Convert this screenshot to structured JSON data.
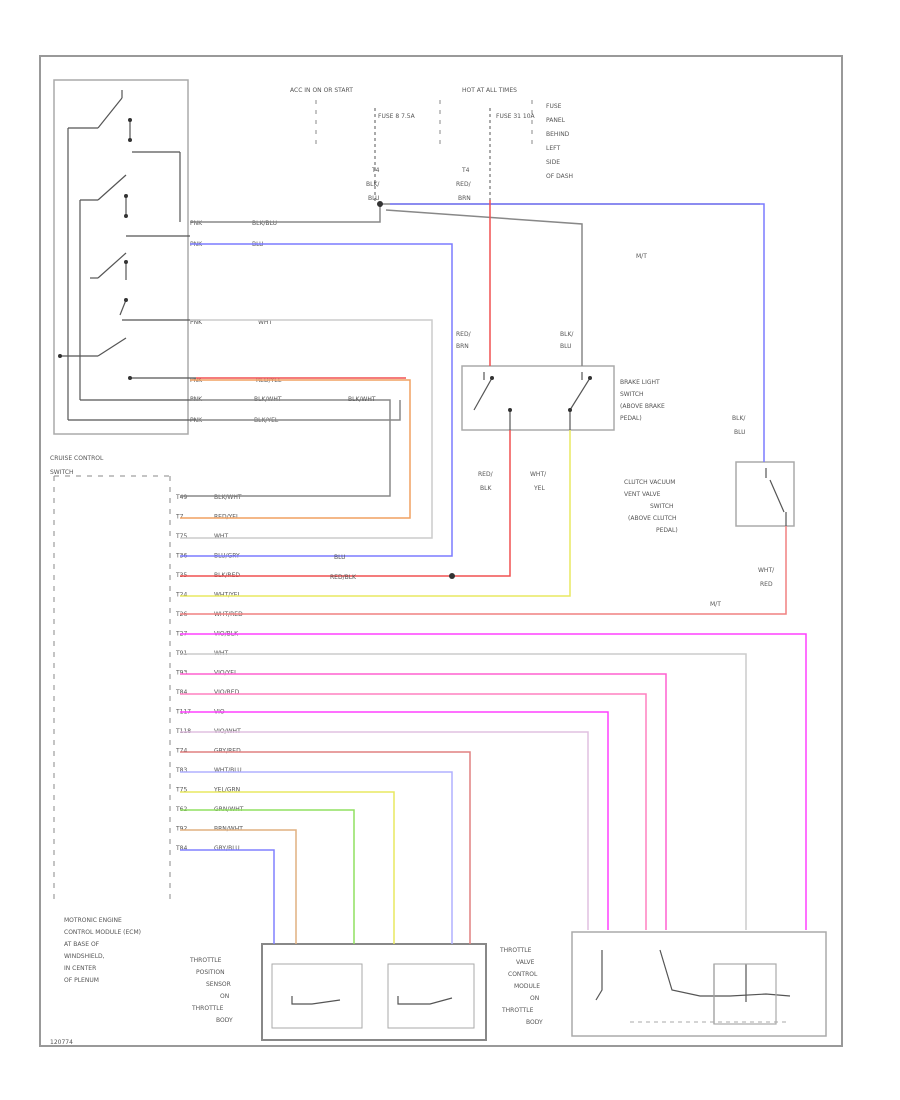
{
  "header": {
    "acc_label": "ACC IN ON OR START",
    "hot_label": "HOT AT ALL TIMES",
    "fuse_a": "FUSE 8 7.5A",
    "fuse_b": "FUSE 31 10A",
    "fuse_panel": "FUSE PANEL BEHIND LEFT SIDE OF DASH",
    "wire_t4": "T4 BLK/ BLU",
    "wire_t4b": "T4 RED/ BRN",
    "wire_top": "BLK/BLU",
    "wire_top2": "BLK/BLU"
  },
  "components": {
    "cruise_switch": "CRUISE CONTROL SWITCH",
    "brake_switch": "BRAKE LIGHT SWITCH (ABOVE BRAKE PEDAL)",
    "clutch_switch": "CLUTCH VACUUM VENT VALVE SWITCH (ABOVE CLUTCH PEDAL)",
    "ecm": "MOTRONIC ENGINE CONTROL MODULE (ECM) AT BASE OF WINDSHIELD, IN CENTER OF PLENUM",
    "tps": "THROTTLE POSITION SENSOR ON THROTTLE BODY",
    "tvc": "THROTTLE VALVE CONTROL MODULE ON THROTTLE BODY",
    "mt": "M/T",
    "mt2": "M/T",
    "ref": "120774"
  },
  "switch_pins": [
    {
      "pin": "PNK",
      "wire": "BLK/BLU"
    },
    {
      "pin": "PNK",
      "wire": "BLU"
    },
    {
      "pin": "PNK",
      "wire": "WHT"
    },
    {
      "pin": "PNK",
      "wire": "RED/YEL"
    },
    {
      "pin": "PNK",
      "wire": "BLK/WHT"
    },
    {
      "pin": "PNK",
      "wire": "BLK/YEL"
    }
  ],
  "ecm_pins": [
    {
      "pin": "T49",
      "wire": "BLK/WHT"
    },
    {
      "pin": "T7",
      "wire": "RED/YEL"
    },
    {
      "pin": "T75",
      "wire": "WHT"
    },
    {
      "pin": "T36",
      "wire": "BLU/GRY"
    },
    {
      "pin": "T35",
      "wire": "BLK/RED"
    },
    {
      "pin": "T24",
      "wire": "WHT/YEL"
    },
    {
      "pin": "T26",
      "wire": "WHT/RED"
    },
    {
      "pin": "T27",
      "wire": "VIO/BLK"
    },
    {
      "pin": "T91",
      "wire": "WHT"
    },
    {
      "pin": "T93",
      "wire": "VIO/YEL"
    },
    {
      "pin": "T84",
      "wire": "VIO/RED"
    },
    {
      "pin": "T117",
      "wire": "VIO"
    },
    {
      "pin": "T118",
      "wire": "VIO/WHT"
    },
    {
      "pin": "T74",
      "wire": "GRY/RED"
    },
    {
      "pin": "T83",
      "wire": "WHT/BLU"
    },
    {
      "pin": "T75",
      "wire": "YEL/GRN"
    },
    {
      "pin": "T62",
      "wire": "GRN/WHT"
    },
    {
      "pin": "T92",
      "wire": "BRN/WHT"
    },
    {
      "pin": "T84",
      "wire": "GRY/BLU"
    }
  ],
  "inline_labels": {
    "blu": "BLU",
    "red_blk": "RED/BLK",
    "blk_wht": "BLK/WHT",
    "brake_left": "RED/ BRN",
    "brake_right": "BLK/ BLU",
    "brake_out_left": "RED/ BLK",
    "brake_out_right": "WHT/ YEL",
    "clutch_top": "BLK/ BLU",
    "clutch_bottom": "WHT/ RED"
  },
  "colors": {
    "blue": "#7b7bff",
    "red": "#f05050",
    "orange": "#f0a060",
    "gray": "#888888",
    "yellow": "#e8e860",
    "pink": "#f080a0",
    "magenta": "#ff40ff",
    "green": "#90e060",
    "light_gray": "#cccccc"
  }
}
